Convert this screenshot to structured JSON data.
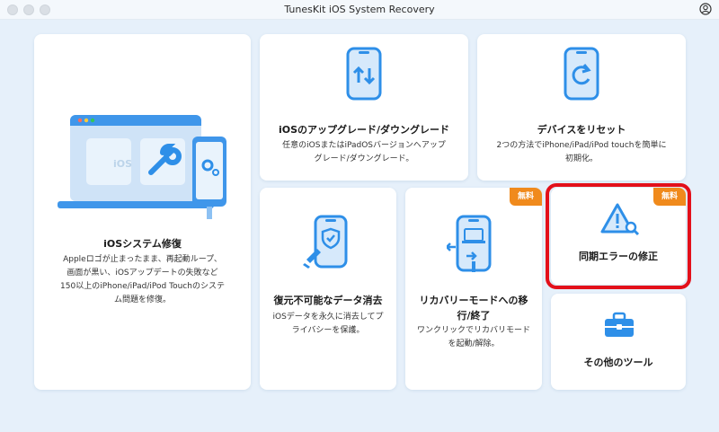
{
  "window": {
    "title": "TunesKit iOS System Recovery"
  },
  "colors": {
    "accent": "#2e8fe8",
    "badge": "#f08a1c",
    "highlight": "#e3101a",
    "background": "#e6f0fa"
  },
  "cards": {
    "system_repair": {
      "title": "iOSシステム修復",
      "desc": [
        "Appleロゴが止まったまま、再起動ループ、",
        "画面が黒い、iOSアップデートの失敗など",
        "150以上のiPhone/iPad/iPod Touchのシステ",
        "ム問題を修復。"
      ],
      "screen_label": "iOS",
      "icon": "laptop-wrench-icon"
    },
    "upgrade": {
      "title": "iOSのアップグレード/ダウングレード",
      "desc": [
        "任意のiOSまたはiPadOSバージョンへアップ",
        "グレード/ダウングレード。"
      ],
      "icon": "phone-arrows-icon"
    },
    "reset": {
      "title": "デバイスをリセット",
      "desc": [
        "2つの方法でiPhone/iPad/iPod touchを簡単に",
        "初期化。"
      ],
      "icon": "phone-reset-icon"
    },
    "data_erase": {
      "title": "復元不可能なデータ消去",
      "desc": [
        "iOSデータを永久に消去してプ",
        "ライバシーを保護。"
      ],
      "icon": "phone-shield-icon"
    },
    "recovery_mode": {
      "title_lines": [
        "リカバリーモードへの移",
        "行/終了"
      ],
      "desc": [
        "ワンクリックでリカバリモード",
        "を起動/解除。"
      ],
      "badge": "無料",
      "icon": "phone-laptop-icon"
    },
    "sync_error": {
      "title": "同期エラーの修正",
      "badge": "無料",
      "icon": "warning-icon"
    },
    "other_tools": {
      "title": "その他のツール",
      "icon": "toolbox-icon"
    }
  }
}
